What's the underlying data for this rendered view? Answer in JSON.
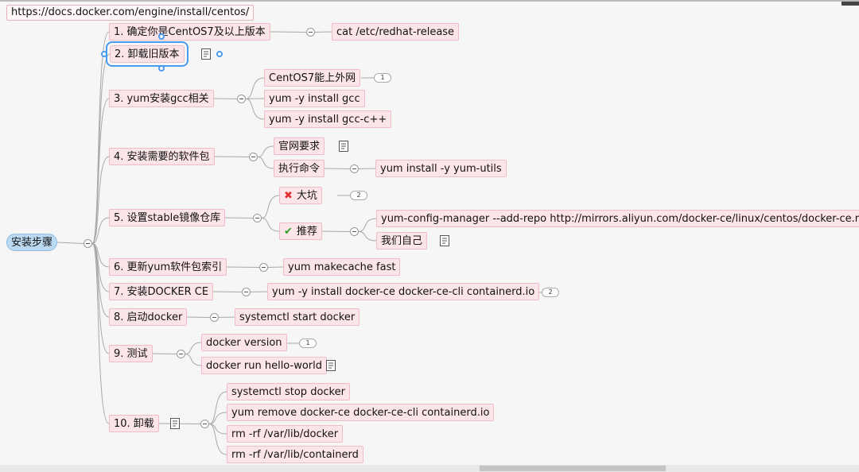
{
  "url": "https://docs.docker.com/engine/install/centos/",
  "root": "安装步骤",
  "steps": [
    {
      "label": "1. 确定你是CentOS7及以上版本",
      "children": [
        {
          "label": "cat /etc/redhat-release"
        }
      ]
    },
    {
      "label": "2. 卸载旧版本",
      "note": true,
      "selected": true,
      "children": []
    },
    {
      "label": "3. yum安装gcc相关",
      "children": [
        {
          "label": "CentOS7能上外网",
          "badge": "1"
        },
        {
          "label": "yum -y install gcc"
        },
        {
          "label": "yum -y install gcc-c++"
        }
      ]
    },
    {
      "label": "4. 安装需要的软件包",
      "children": [
        {
          "label": "官网要求",
          "note": true
        },
        {
          "label": "执行命令",
          "children": [
            {
              "label": "yum install -y yum-utils"
            }
          ]
        }
      ]
    },
    {
      "label": "5. 设置stable镜像仓库",
      "children": [
        {
          "label": "大坑",
          "icon": "cross-icon",
          "badge": "2"
        },
        {
          "label": "推荐",
          "icon": "check-icon",
          "children": [
            {
              "label": "yum-config-manager --add-repo http://mirrors.aliyun.com/docker-ce/linux/centos/docker-ce.repo"
            },
            {
              "label": "我们自己",
              "note": true
            }
          ]
        }
      ]
    },
    {
      "label": "6. 更新yum软件包索引",
      "children": [
        {
          "label": "yum makecache fast"
        }
      ]
    },
    {
      "label": "7. 安装DOCKER CE",
      "children": [
        {
          "label": "yum -y install docker-ce docker-ce-cli containerd.io",
          "badge": "2"
        }
      ]
    },
    {
      "label": "8. 启动docker",
      "children": [
        {
          "label": "systemctl start docker"
        }
      ]
    },
    {
      "label": "9. 测试",
      "children": [
        {
          "label": "docker version",
          "badge": "1"
        },
        {
          "label": "docker run hello-world",
          "note": true
        }
      ]
    },
    {
      "label": "10. 卸载",
      "note": true,
      "children": [
        {
          "label": "systemctl stop docker"
        },
        {
          "label": "yum remove docker-ce docker-ce-cli containerd.io"
        },
        {
          "label": "rm -rf /var/lib/docker"
        },
        {
          "label": "rm -rf /var/lib/containerd"
        }
      ]
    }
  ]
}
